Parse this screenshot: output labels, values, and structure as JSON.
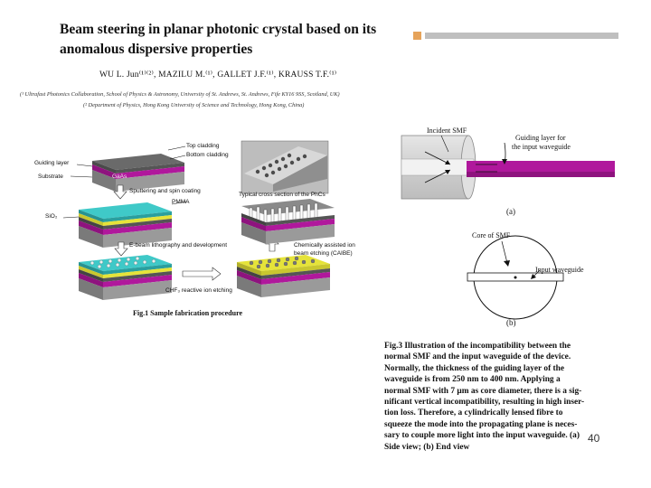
{
  "paper": {
    "title_line1": "Beam steering in planar photonic crystal based on its",
    "title_line2": "anomalous dispersive properties",
    "authors": "WU L. Jun⁽¹⁾⁽²⁾, MAZILU M.⁽¹⁾, GALLET J.F.⁽¹⁾, KRAUSS T.F.⁽¹⁾",
    "affiliation1": "(¹ Ultrafast Photonics Collaboration, School of Physics & Astronomy, University of St. Andrews, St. Andrews, Fife KY16 9SS, Scotland, UK)",
    "affiliation2": "(² Department of Physics, Hong Kong University of Science and Technology, Hong Kong, China)"
  },
  "fig1": {
    "caption": "Fig.1  Sample fabrication procedure",
    "labels": {
      "guiding_layer": "Guiding layer",
      "substrate": "Substrate",
      "gaas": "GaAs",
      "top_cladding": "Top cladding",
      "bottom_cladding": "Bottom cladding",
      "sputtering": "Sputtering and spin coating",
      "pmma": "PMMA",
      "sio2": "SiO₂",
      "ebeam": "E-beam lithography and development",
      "chf": "CHF₃ reactive ion etching",
      "chem": "Chemically assisted ion",
      "beam": "beam etching (CAIBE)",
      "typical": "Typical cross section of the PhCs"
    }
  },
  "fig3": {
    "labels": {
      "incident": "Incident SMF",
      "guiding_for": "Guiding layer for",
      "input_wg_line": "the input waveguide",
      "a": "(a)",
      "core": "Core of SMF",
      "input_wg": "Input waveguide",
      "b": "(b)"
    },
    "caption_lines": [
      "Fig.3   Illustration of the incompatibility between the",
      "normal SMF and the input waveguide of the device.",
      "Normally, the thickness of the guiding layer of the",
      "waveguide is from 250 nm to 400 nm. Applying a",
      "normal SMF with 7 μm as core diameter, there is a sig-",
      "nificant vertical incompatibility, resulting in high inser-",
      "tion loss. Therefore, a cylindrically lensed fibre to",
      "squeeze the mode into the propagating plane is neces-",
      "sary to couple more light into the input waveguide. (a)",
      "Side view; (b) End view"
    ]
  },
  "page_number": "40",
  "colors": {
    "accent_square": "#e6a35a",
    "accent_bar": "#bfbfbf",
    "magenta": "#b0189c",
    "yellow": "#e5e33a",
    "cyan": "#3fc9c8",
    "gray": "#8c8c8c"
  }
}
